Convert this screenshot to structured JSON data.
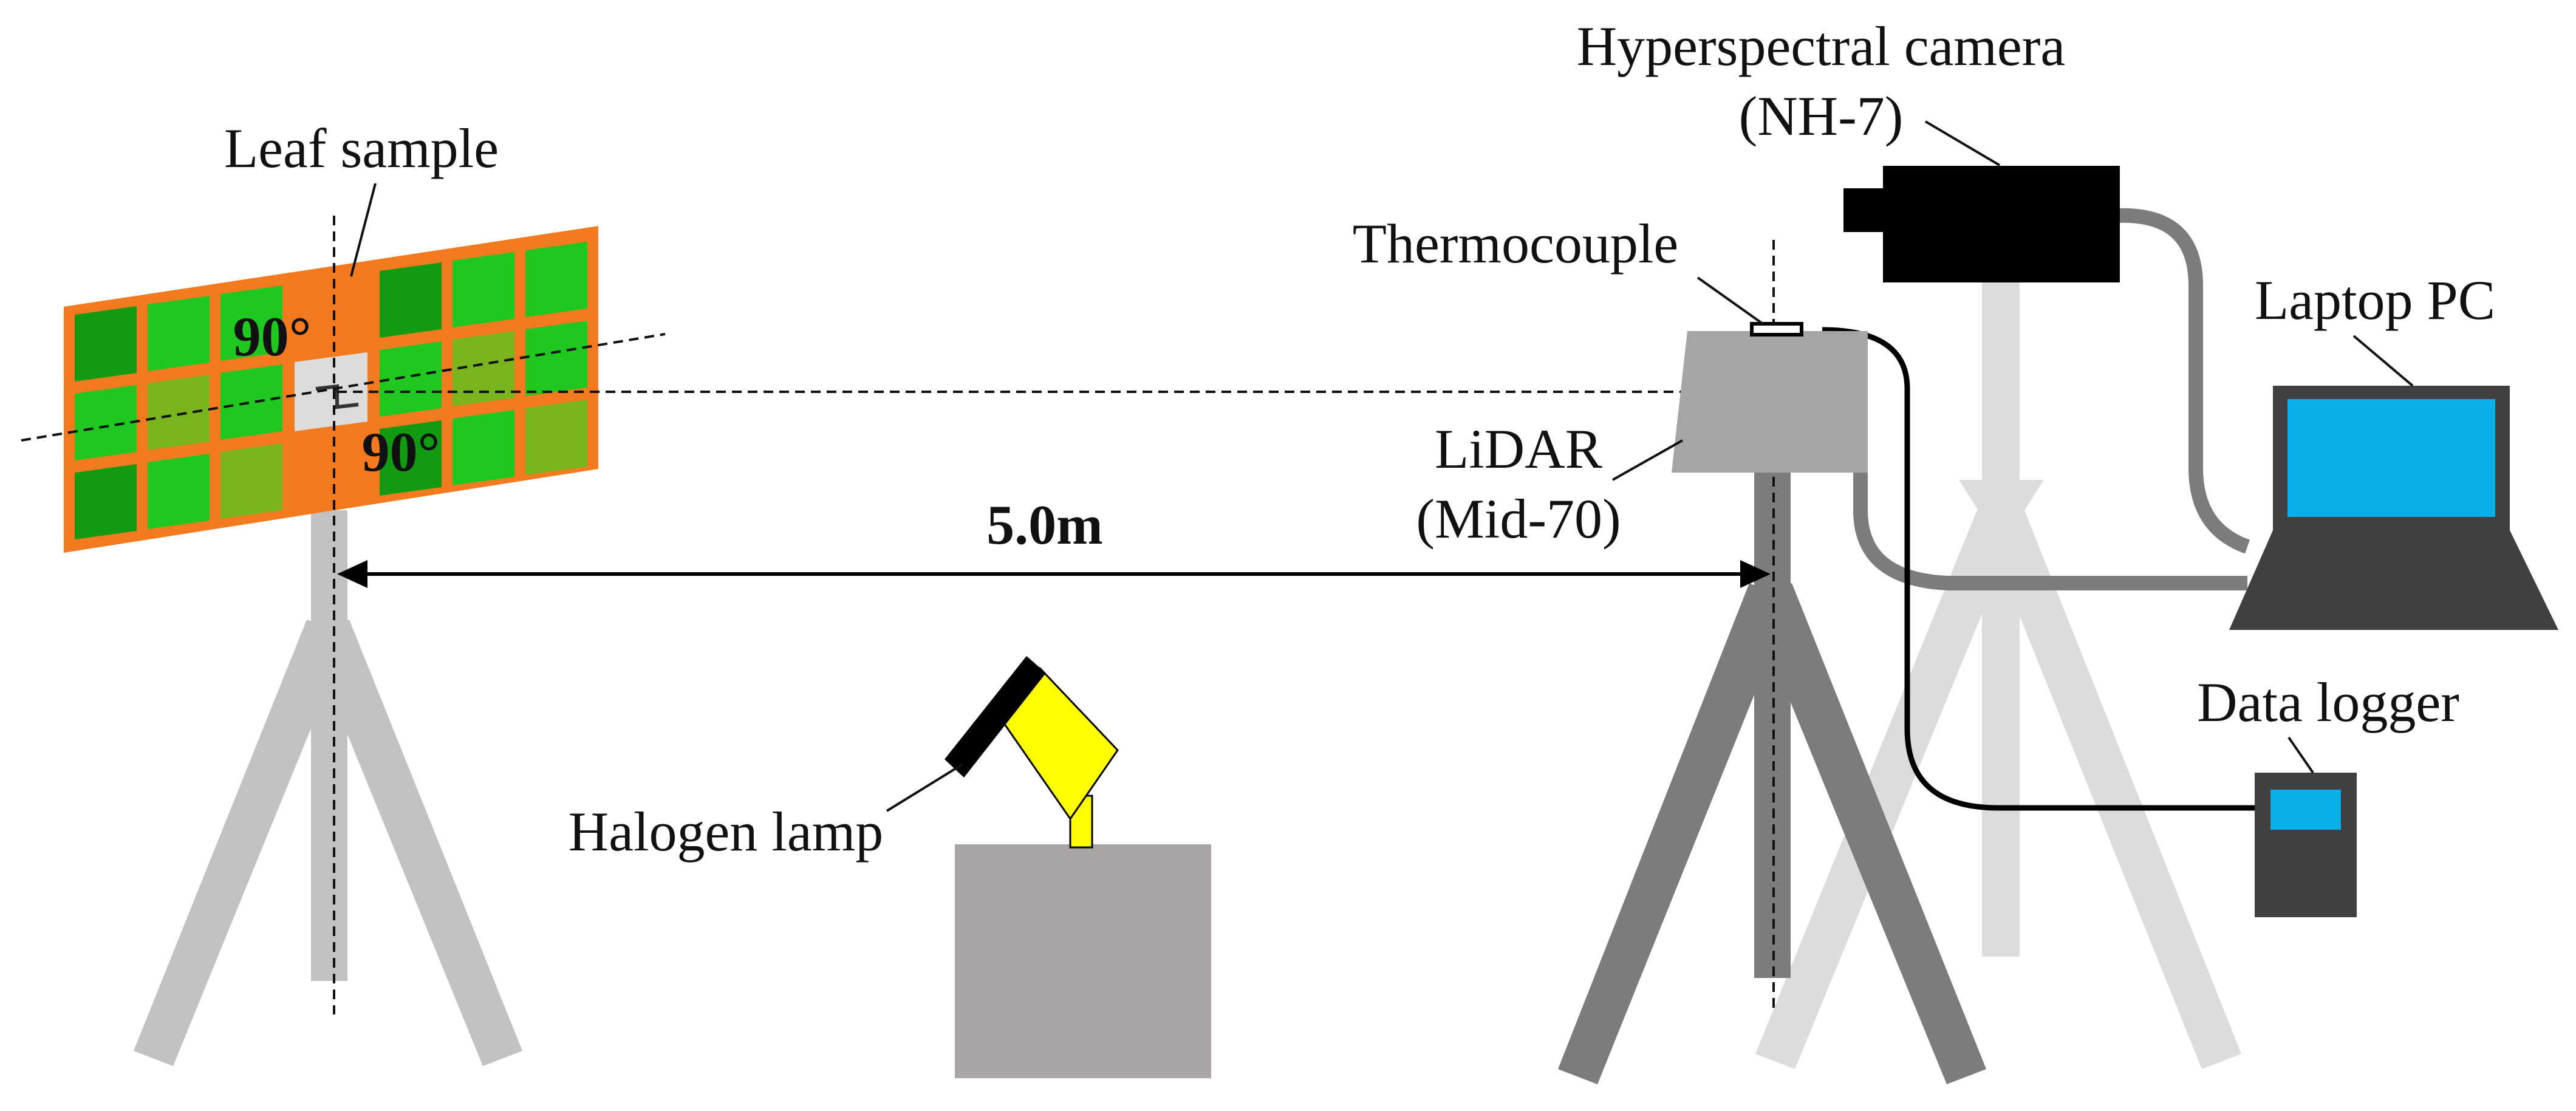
{
  "labels": {
    "leaf_sample": "Leaf sample",
    "angle_top": "90°",
    "angle_bottom": "90°",
    "distance": "5.0m",
    "halogen_lamp": "Halogen lamp",
    "thermocouple": "Thermocouple",
    "lidar_name": "LiDAR",
    "lidar_model": "(Mid-70)",
    "camera_name": "Hyperspectral camera",
    "camera_model": "(NH-7)",
    "laptop": "Laptop PC",
    "data_logger": "Data logger"
  },
  "colors": {
    "board": "#f47a1f",
    "leaf_dark": "#129a12",
    "leaf_bright": "#1fc81f",
    "leaf_olive": "#78b41e",
    "lamp_yellow": "#ffff00",
    "screen_blue": "#0aaee8",
    "tripod_light": "#c2c2c2",
    "tripod_dark": "#7c7c7c",
    "tripod_faint": "#dcdcdc",
    "camera_black": "#000000",
    "table_gray": "#a8a5a4"
  }
}
